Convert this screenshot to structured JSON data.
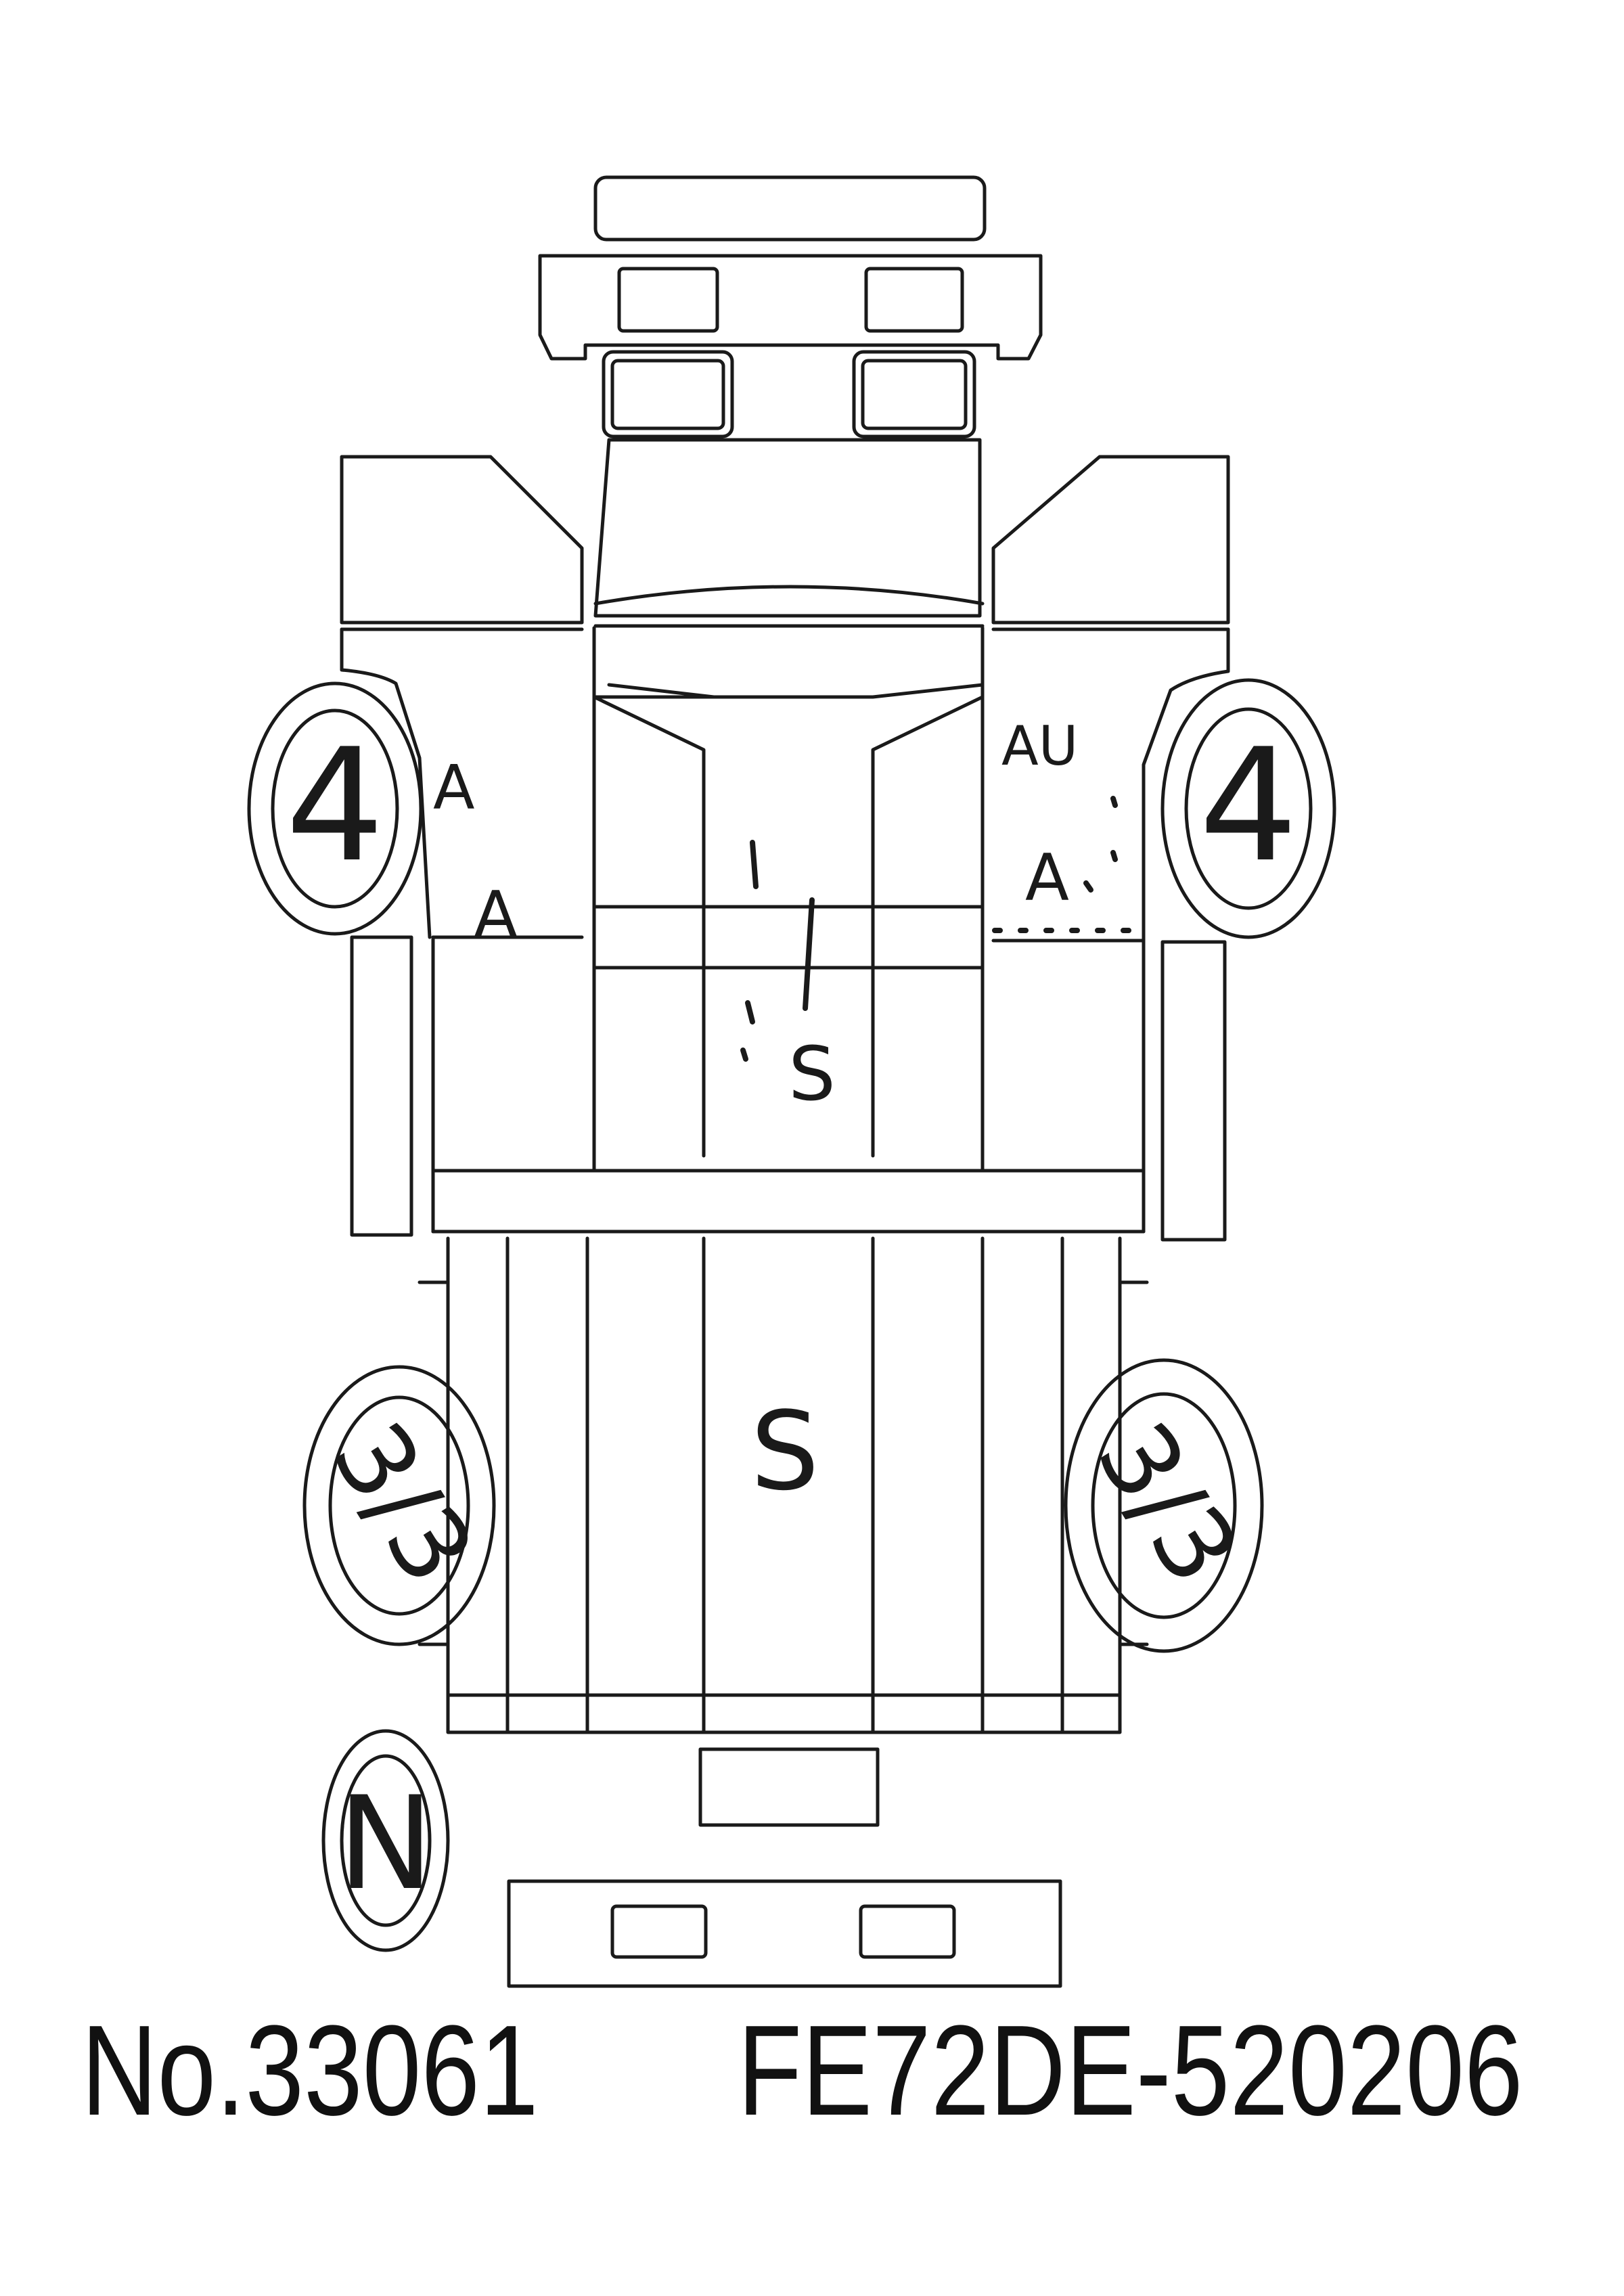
{
  "sheet": {
    "number": "No.33061",
    "model_code": "FE72DE-520206"
  },
  "tires": {
    "front_left": "4",
    "front_right": "4",
    "rear_left": "3/3",
    "rear_right": "3/3",
    "spare": "N"
  },
  "damage_marks": {
    "left_door_upper": "A",
    "left_door_lower": "A",
    "right_door_upper": "AU",
    "right_door_lower": "A",
    "cab_roof": "S",
    "cargo_bed": "S"
  },
  "colors": {
    "ink": "#1a1a1a",
    "paper": "#ffffff"
  }
}
